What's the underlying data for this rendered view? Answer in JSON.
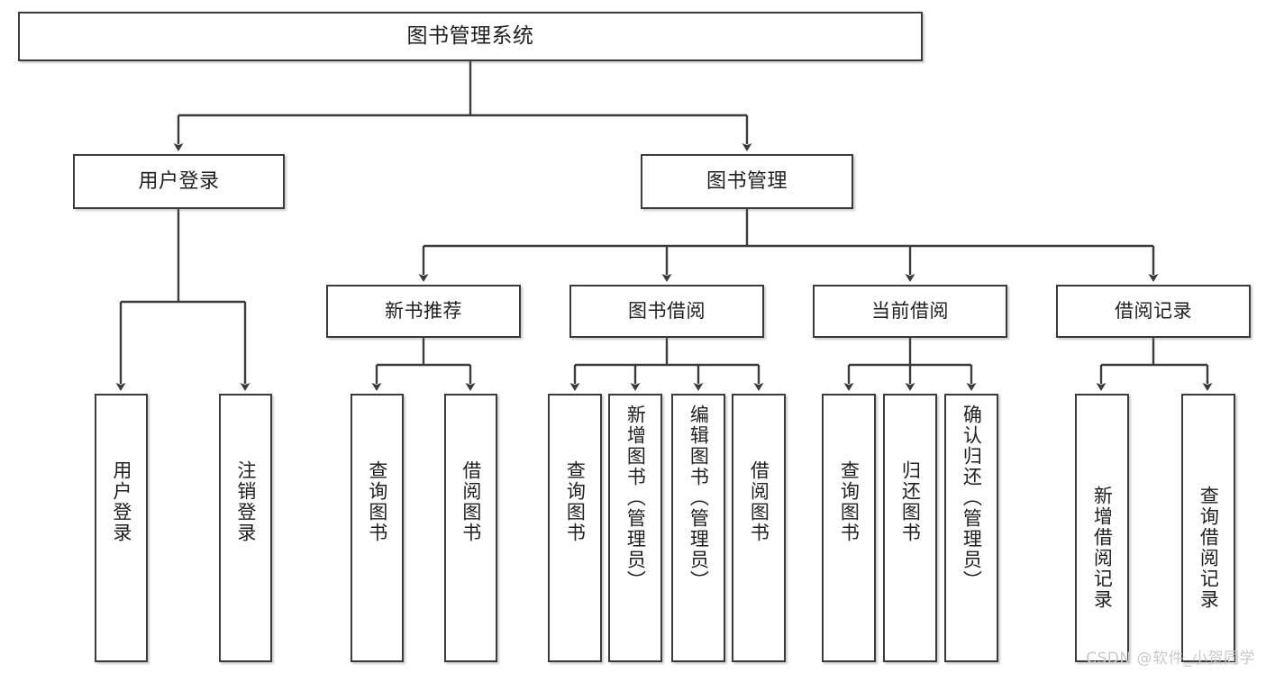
{
  "diagram": {
    "title": "图书管理系统",
    "type": "tree-hierarchy",
    "watermark": "CSDN @软件_小贺同学",
    "colors": {
      "background": "#ffffff",
      "node_border": "#3b3b3b",
      "node_fill": "#ffffff",
      "connector": "#3b3b3b",
      "text": "#1f1f1f",
      "watermark": "#c9c9c9"
    },
    "root": {
      "label": "图书管理系统"
    },
    "level1": [
      {
        "label": "用户登录"
      },
      {
        "label": "图书管理"
      }
    ],
    "level2": [
      {
        "label": "新书推荐"
      },
      {
        "label": "图书借阅"
      },
      {
        "label": "当前借阅"
      },
      {
        "label": "借阅记录"
      }
    ],
    "leaves": {
      "user_login": [
        {
          "label": "用户登录"
        },
        {
          "label": "注销登录"
        }
      ],
      "new_book_recommend": [
        {
          "label": "查询图书"
        },
        {
          "label": "借阅图书"
        }
      ],
      "book_borrow": [
        {
          "label": "查询图书"
        },
        {
          "label": "新增图书（管理员）"
        },
        {
          "label": "编辑图书（管理员）"
        },
        {
          "label": "借阅图书"
        }
      ],
      "current_borrow": [
        {
          "label": "查询图书"
        },
        {
          "label": "归还图书"
        },
        {
          "label": "确认归还（管理员）"
        }
      ],
      "borrow_record": [
        {
          "label": "新增借阅记录"
        },
        {
          "label": "查询借阅记录"
        }
      ]
    }
  }
}
